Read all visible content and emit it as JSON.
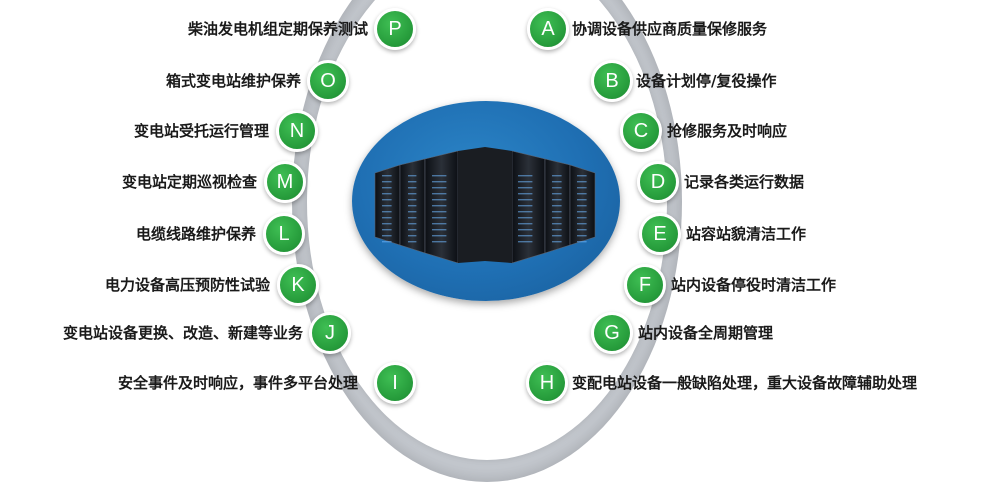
{
  "items": [
    {
      "letter": "A",
      "text": "协调设备供应商质量保修服务"
    },
    {
      "letter": "B",
      "text": "设备计划停/复役操作"
    },
    {
      "letter": "C",
      "text": "抢修服务及时响应"
    },
    {
      "letter": "D",
      "text": "记录各类运行数据"
    },
    {
      "letter": "E",
      "text": "站容站貌清洁工作"
    },
    {
      "letter": "F",
      "text": "站内设备停役时清洁工作"
    },
    {
      "letter": "G",
      "text": "站内设备全周期管理"
    },
    {
      "letter": "H",
      "text": "变配电站设备一般缺陷处理，重大设备故障辅助处理"
    },
    {
      "letter": "I",
      "text": "安全事件及时响应，事件多平台处理"
    },
    {
      "letter": "J",
      "text": "变电站设备更换、改造、新建等业务"
    },
    {
      "letter": "K",
      "text": "电力设备高压预防性试验"
    },
    {
      "letter": "L",
      "text": "电缆线路维护保养"
    },
    {
      "letter": "M",
      "text": "变电站定期巡视检查"
    },
    {
      "letter": "N",
      "text": "变电站受托运行管理"
    },
    {
      "letter": "O",
      "text": "箱式变电站维护保养"
    },
    {
      "letter": "P",
      "text": "柴油发电机组定期保养测试"
    }
  ],
  "colors": {
    "node": "#259a3a",
    "center": "#1f6fb3",
    "ring": "#c7cbd1"
  },
  "icons": {
    "center": "server-rack-icon"
  }
}
